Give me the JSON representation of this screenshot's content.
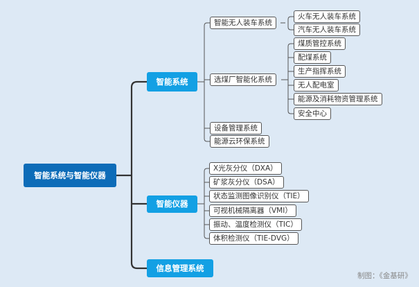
{
  "root": "智能系统与智能仪器",
  "branches": [
    {
      "label": "智能系统",
      "children": [
        {
          "label": "智能无人装车系统",
          "children": [
            "火车无人装车系统",
            "汽车无人装车系统"
          ]
        },
        {
          "label": "选煤厂智能化系统",
          "children": [
            "煤质管控系统",
            "配煤系统",
            "生产指挥系统",
            "无人配电室",
            "能源及消耗物资管理系统",
            "安全中心"
          ]
        },
        {
          "label": "设备管理系统"
        },
        {
          "label": "能源云环保系统"
        }
      ]
    },
    {
      "label": "智能仪器",
      "children": [
        {
          "label": "X光灰分仪（DXA）"
        },
        {
          "label": "矿浆灰分仪（DSA）"
        },
        {
          "label": "状态监测图像识别仪（TIE）"
        },
        {
          "label": "可视机械隔离器（VMI）"
        },
        {
          "label": "振动、温度检测仪（TIC）"
        },
        {
          "label": "体积检测仪（TIE-DVG）"
        }
      ]
    },
    {
      "label": "信息管理系统"
    }
  ],
  "footer": "制图：《金基研》"
}
